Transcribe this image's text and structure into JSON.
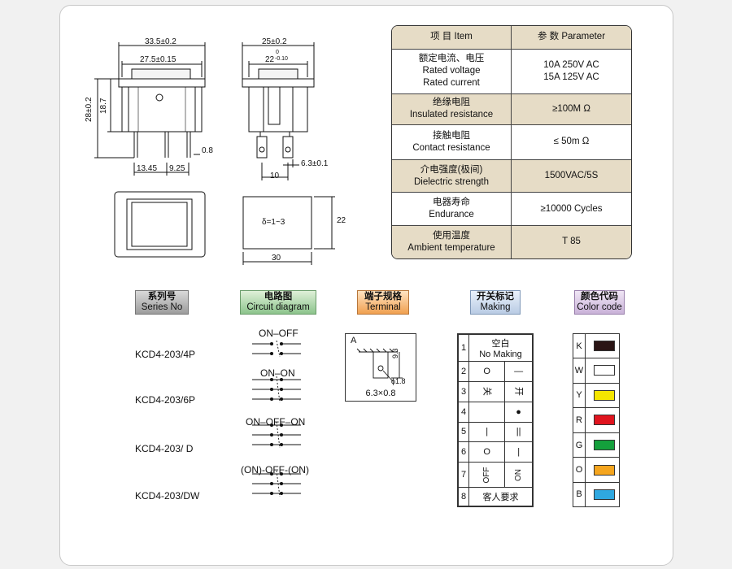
{
  "drawing": {
    "front": {
      "width_outer": "33.5±0.2",
      "width_inner": "27.5±0.15",
      "height_total": "28±0.2",
      "height_body": "18.7",
      "pin_thickness": "0.8",
      "pin_gap_1": "13.45",
      "pin_gap_2": "9.25"
    },
    "side": {
      "width_outer": "25±0.2",
      "width_inner_base": "22",
      "tol_upper": "0",
      "tol_lower": "-0.10",
      "pin_width": "6.3±0.1",
      "pin_gap": "10"
    },
    "bottom": {
      "width": "30",
      "height": "22",
      "thickness_note": "δ=1~3"
    }
  },
  "param_table": {
    "header": {
      "item": "项 目  Item",
      "parameter": "参 数  Parameter"
    },
    "rows": [
      {
        "cn": "额定电流、电压",
        "en": [
          "Rated voltage",
          "Rated current"
        ],
        "value": [
          "10A  250V AC",
          "15A 125V AC"
        ]
      },
      {
        "cn": "绝缘电阻",
        "en": [
          "Insulated resistance"
        ],
        "value": [
          "≥100M Ω"
        ]
      },
      {
        "cn": "接触电阻",
        "en": [
          "Contact resistance"
        ],
        "value": [
          "≤ 50m Ω"
        ]
      },
      {
        "cn": "介电强度(极间)",
        "en": [
          "Dielectric strength"
        ],
        "value": [
          "1500VAC/5S"
        ]
      },
      {
        "cn": "电器寿命",
        "en": [
          "Endurance"
        ],
        "value": [
          "≥10000 Cycles"
        ]
      },
      {
        "cn": "使用温度",
        "en": [
          "Ambient temperature"
        ],
        "value": [
          "T 85"
        ]
      }
    ]
  },
  "headers": {
    "series": {
      "cn": "系列号",
      "en": "Series No"
    },
    "circuit": {
      "cn": "电路图",
      "en": "Circuit diagram"
    },
    "terminal": {
      "cn": "端子规格",
      "en": "Terminal"
    },
    "making": {
      "cn": "开关标记",
      "en": "Making"
    },
    "color": {
      "cn": "颜色代码",
      "en": "Color code"
    }
  },
  "series": [
    {
      "model": "KCD4-203/4P",
      "circuit": "ON–OFF"
    },
    {
      "model": "KCD4-203/6P",
      "circuit": "ON–ON"
    },
    {
      "model": "KCD4-203/ D",
      "circuit": "ON–OFF–ON"
    },
    {
      "model": "KCD4-203/DW",
      "circuit": "(ON)-OFF-(ON)"
    }
  ],
  "terminal": {
    "label": "A",
    "height": "9.3",
    "hole": "ϕ1.8",
    "size": "6.3×0.8"
  },
  "making": [
    {
      "no": "1",
      "text": [
        "空白",
        "No Making"
      ]
    },
    {
      "no": "2",
      "left": "O",
      "right": "—"
    },
    {
      "no": "3",
      "left": "关",
      "right": "开"
    },
    {
      "no": "4",
      "left": "",
      "right": "●"
    },
    {
      "no": "5",
      "left": "|",
      "right": "||"
    },
    {
      "no": "6",
      "left": "O",
      "right": "|"
    },
    {
      "no": "7",
      "left": "OFF",
      "right": "ON"
    },
    {
      "no": "8",
      "text": [
        "客人要求"
      ]
    }
  ],
  "colors": [
    {
      "code": "K",
      "hex": "#2a1414"
    },
    {
      "code": "W",
      "hex": "#ffffff"
    },
    {
      "code": "Y",
      "hex": "#f5e600"
    },
    {
      "code": "R",
      "hex": "#e0141e"
    },
    {
      "code": "G",
      "hex": "#14a03c"
    },
    {
      "code": "O",
      "hex": "#f5a51e"
    },
    {
      "code": "B",
      "hex": "#2fa8e0"
    }
  ]
}
